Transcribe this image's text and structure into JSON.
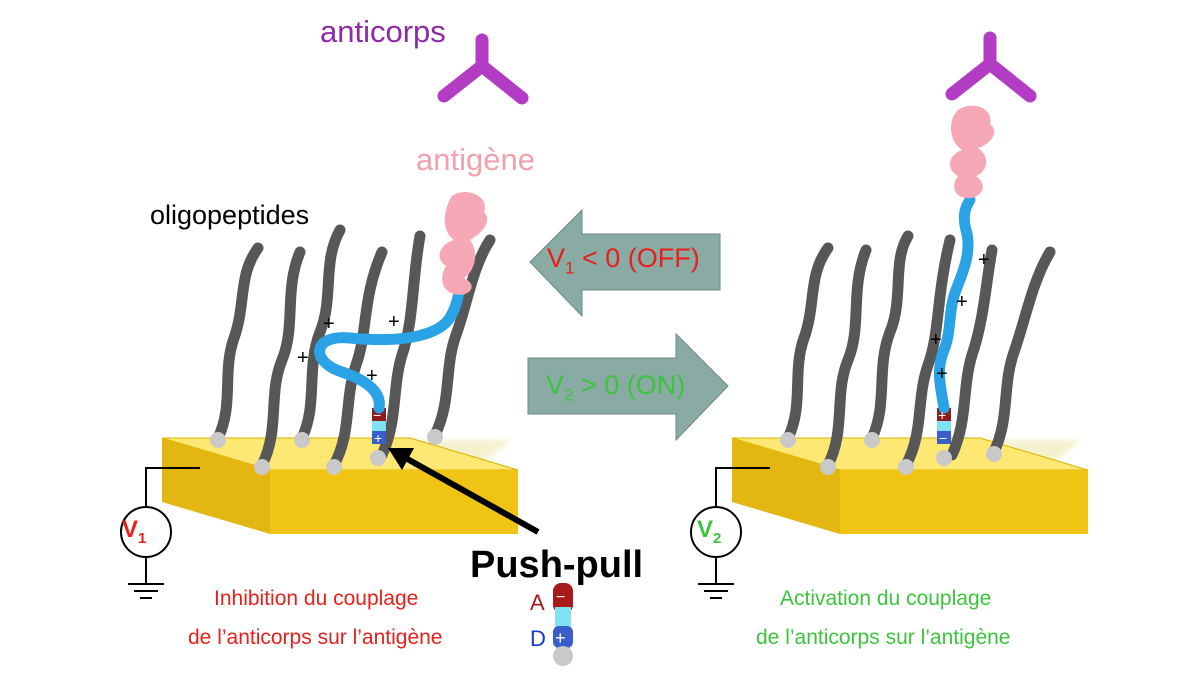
{
  "labels": {
    "anticorps": "anticorps",
    "antigene": "antigène",
    "oligopeptides": "oligopeptides",
    "push_pull": "Push-pull",
    "inhibition_line1": "Inhibition du couplage",
    "inhibition_line2": "de l’anticorps sur l’antigène",
    "activation_line1": "Activation du couplage",
    "activation_line2": "de l’anticorps sur l’antigène"
  },
  "arrows": {
    "off": {
      "prefix": "V",
      "sub": "1",
      "suffix": " < 0 (OFF)"
    },
    "on": {
      "prefix": "V",
      "sub": "2",
      "suffix": " > 0 (ON)"
    }
  },
  "voltage_sources": {
    "left": {
      "prefix": "V",
      "sub": "1"
    },
    "right": {
      "prefix": "V",
      "sub": "2"
    }
  },
  "push_pull_legend": {
    "acceptor": "A",
    "donor": "D",
    "minus": "−",
    "plus": "+"
  },
  "charges": {
    "plus": "+",
    "minus": "−"
  },
  "colors": {
    "substrate": "#f1c81e",
    "oligopeptide": "#575757",
    "chain": "#2aa2e6",
    "antibody": "#b23cc4",
    "antigen": "#f7a8b6",
    "arrow": "#8aaaa4",
    "off_text": "#e8201c",
    "on_text": "#3cc43c",
    "acceptor": "#a81a1a",
    "donor": "#1a3ac8"
  }
}
